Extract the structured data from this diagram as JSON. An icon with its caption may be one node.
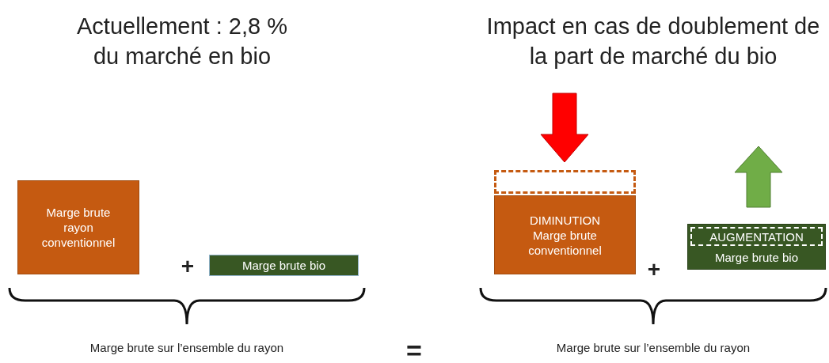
{
  "diagram": {
    "nodes": [
      {
        "text": [
          "Marge brute rayon conventionnel"
        ]
      },
      {
        "text": [
          "Marge brute bio"
        ]
      },
      {
        "text": [],
        "shape": "box"
      },
      {
        "text": [
          "DIMINUTION",
          "Marge brute conventionnel"
        ]
      },
      {
        "text": [
          "Marge brute bio"
        ]
      },
      {
        "text": [
          "AUGMENTATION"
        ],
        "in": 4
      }
    ],
    "labels": [
      "Actuellement : 2,8 % du marché en bio",
      "Impact en cas de doublement de la part de marché du bio",
      "+",
      "+",
      "Marge brute sur l’ensemble du rayon",
      "=",
      "Marge brute sur l’ensemble du rayon"
    ]
  }
}
